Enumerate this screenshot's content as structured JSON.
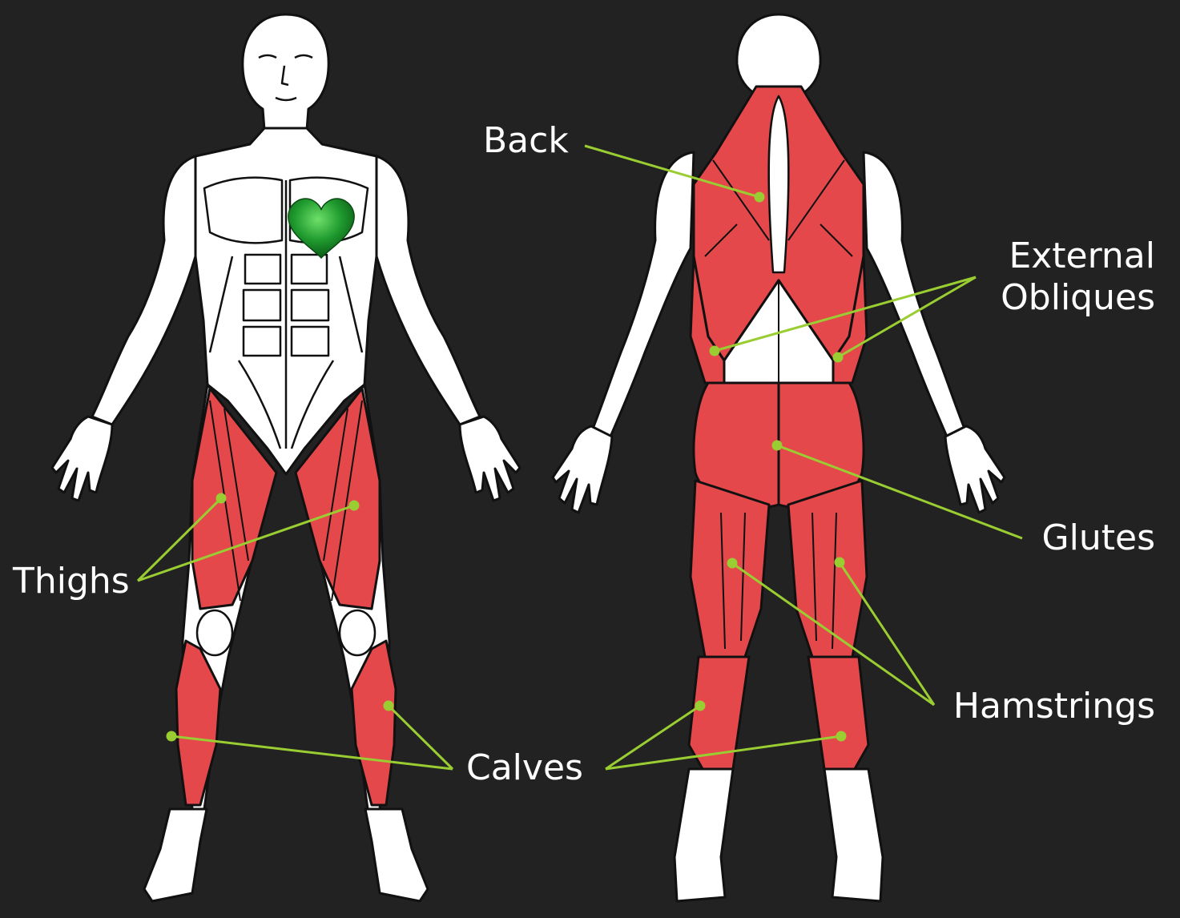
{
  "colors": {
    "background": "#222222",
    "skin": "#ffffff",
    "outline": "#111111",
    "muscle": "#e4484b",
    "leader": "#9acd32",
    "heart": "#1f9a2e",
    "text": "#ffffff"
  },
  "heart_icon": "heart-icon",
  "labels": {
    "back": "Back",
    "external_obliques_line1": "External",
    "external_obliques_line2": "Obliques",
    "thighs": "Thighs",
    "glutes": "Glutes",
    "hamstrings": "Hamstrings",
    "calves": "Calves"
  }
}
